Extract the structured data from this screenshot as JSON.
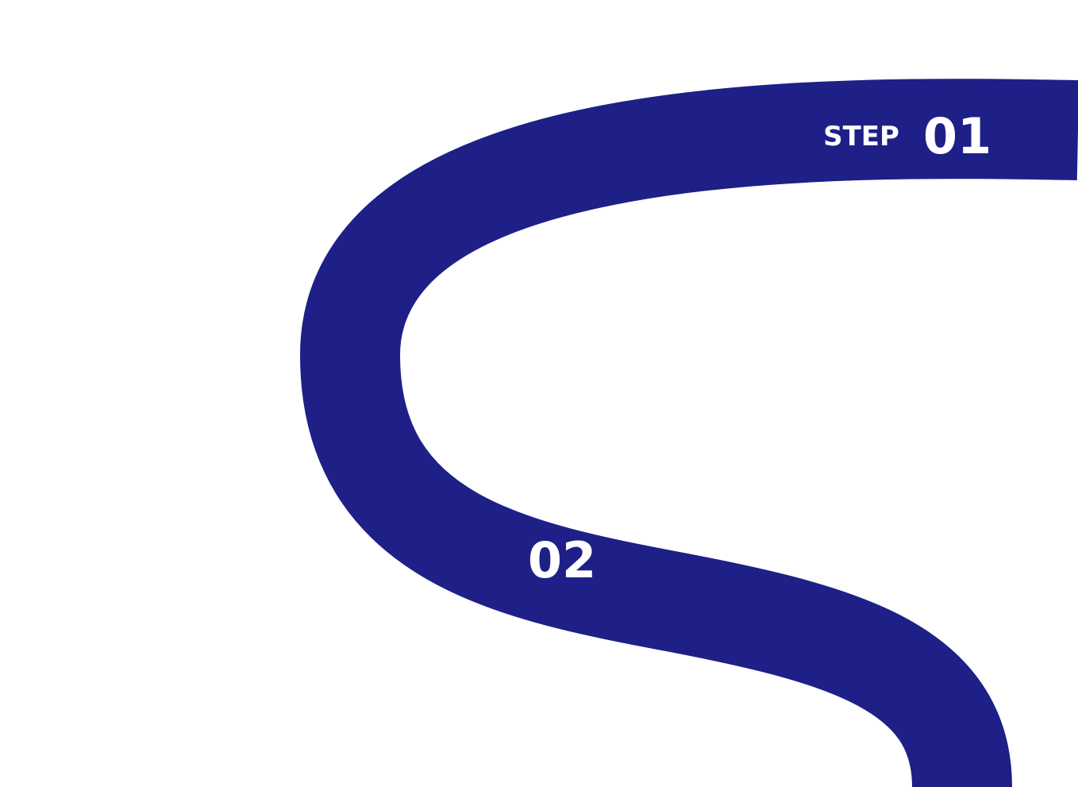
{
  "colors": {
    "background": "#ffffff",
    "road": "#1E2087",
    "label": "#ffffff"
  },
  "steps": [
    {
      "prefix": "STEP",
      "number": "01"
    },
    {
      "prefix": "",
      "number": "02"
    }
  ]
}
